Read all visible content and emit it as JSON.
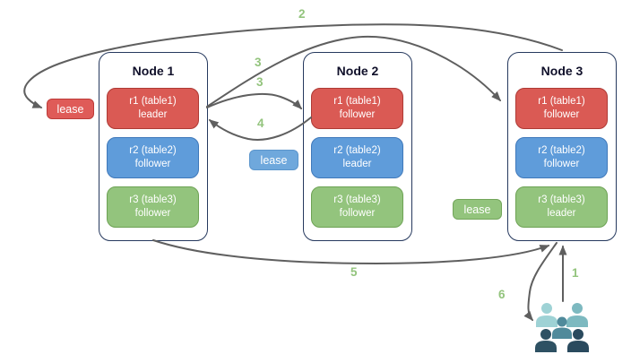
{
  "diagram": {
    "nodes": [
      {
        "title": "Node 1",
        "replicas": [
          {
            "label": "r1 (table1)",
            "role": "leader",
            "color": "#da5a54"
          },
          {
            "label": "r2 (table2)",
            "role": "follower",
            "color": "#5f9cda"
          },
          {
            "label": "r3 (table3)",
            "role": "follower",
            "color": "#93c47d"
          }
        ]
      },
      {
        "title": "Node 2",
        "replicas": [
          {
            "label": "r1 (table1)",
            "role": "follower",
            "color": "#da5a54"
          },
          {
            "label": "r2 (table2)",
            "role": "leader",
            "color": "#5f9cda"
          },
          {
            "label": "r3 (table3)",
            "role": "follower",
            "color": "#93c47d"
          }
        ]
      },
      {
        "title": "Node 3",
        "replicas": [
          {
            "label": "r1 (table1)",
            "role": "follower",
            "color": "#da5a54"
          },
          {
            "label": "r2 (table2)",
            "role": "follower",
            "color": "#5f9cda"
          },
          {
            "label": "r3 (table3)",
            "role": "leader",
            "color": "#93c47d"
          }
        ]
      }
    ],
    "leases": [
      {
        "label": "lease",
        "color": "#df5b58"
      },
      {
        "label": "lease",
        "color": "#6fa8dc"
      },
      {
        "label": "lease",
        "color": "#93c47d"
      }
    ],
    "arrow_labels": [
      {
        "id": "step-1",
        "label": "1"
      },
      {
        "id": "step-2",
        "label": "2"
      },
      {
        "id": "step-3-to-node3",
        "label": "3"
      },
      {
        "id": "step-3-to-node2",
        "label": "3"
      },
      {
        "id": "step-4",
        "label": "4"
      },
      {
        "id": "step-5",
        "label": "5"
      },
      {
        "id": "step-6",
        "label": "6"
      }
    ],
    "icons": {
      "users": "users-icon"
    },
    "colors": {
      "node_border": "#26395e",
      "arrow": "#5f5f5f",
      "number_label": "#93c47d",
      "replica_red": "#da5a54",
      "replica_blue": "#5f9cda",
      "replica_green": "#93c47d",
      "users_light": "#9ed2d5",
      "users_medium": "#7db9c0",
      "users_mid_dark": "#508a9b",
      "users_dark_left": "#2e5163",
      "users_dark_right": "#2a4a5e"
    }
  }
}
